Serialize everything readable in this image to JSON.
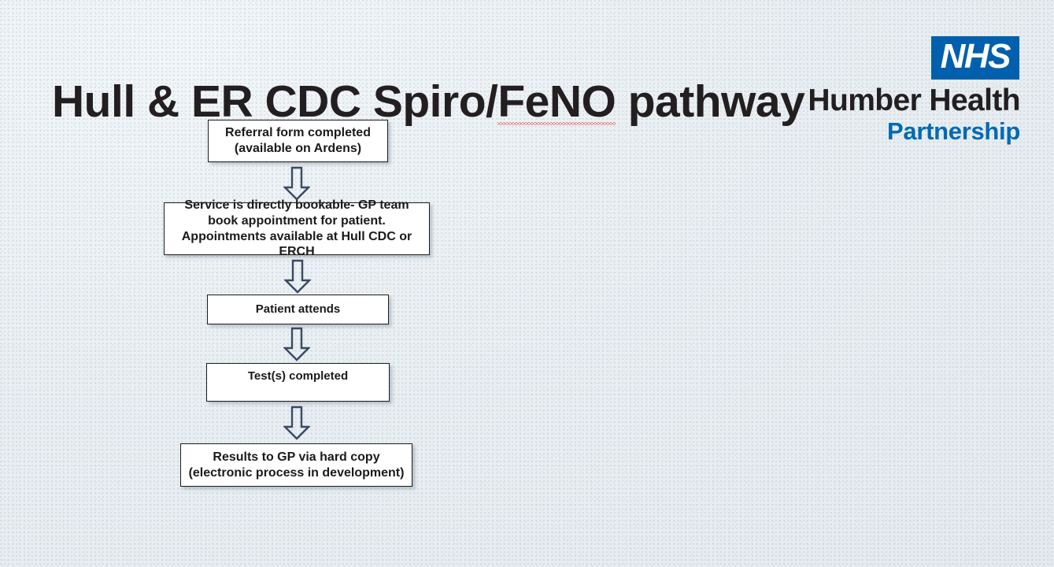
{
  "slide": {
    "title_prefix": "Hull & ER CDC Spiro/",
    "title_misspelled": "FeNO",
    "title_suffix": " pathway",
    "background_color": "#e9eef1"
  },
  "logo": {
    "nhs_text": "NHS",
    "organisation": "Humber Health",
    "sub_label": "Partnership",
    "nhs_blue": "#0060ad",
    "partnership_blue": "#0069b4",
    "organisation_color": "#231f20"
  },
  "flowchart": {
    "border_color": "#1c1c1c",
    "box_fill": "#ffffff",
    "arrow_color": "#3b4a63",
    "steps": [
      {
        "id": "referral-form",
        "text": "Referral form completed\n(available on Ardens)"
      },
      {
        "id": "service-bookable",
        "text": "Service is directly bookable- GP team book appointment for patient.  Appointments available at Hull CDC or ERCH"
      },
      {
        "id": "patient-attends",
        "text": "Patient attends"
      },
      {
        "id": "tests-completed",
        "text": "Test(s) completed"
      },
      {
        "id": "results-to-gp",
        "text": "Results to GP via hard copy\n(electronic process in development)"
      }
    ],
    "connectors": [
      {
        "id": "arrow-referral-to-service",
        "icon": "down-block-arrow-icon"
      },
      {
        "id": "arrow-service-to-attends",
        "icon": "down-block-arrow-icon"
      },
      {
        "id": "arrow-attends-to-tests",
        "icon": "down-block-arrow-icon"
      },
      {
        "id": "arrow-tests-to-results",
        "icon": "down-block-arrow-icon"
      }
    ]
  }
}
